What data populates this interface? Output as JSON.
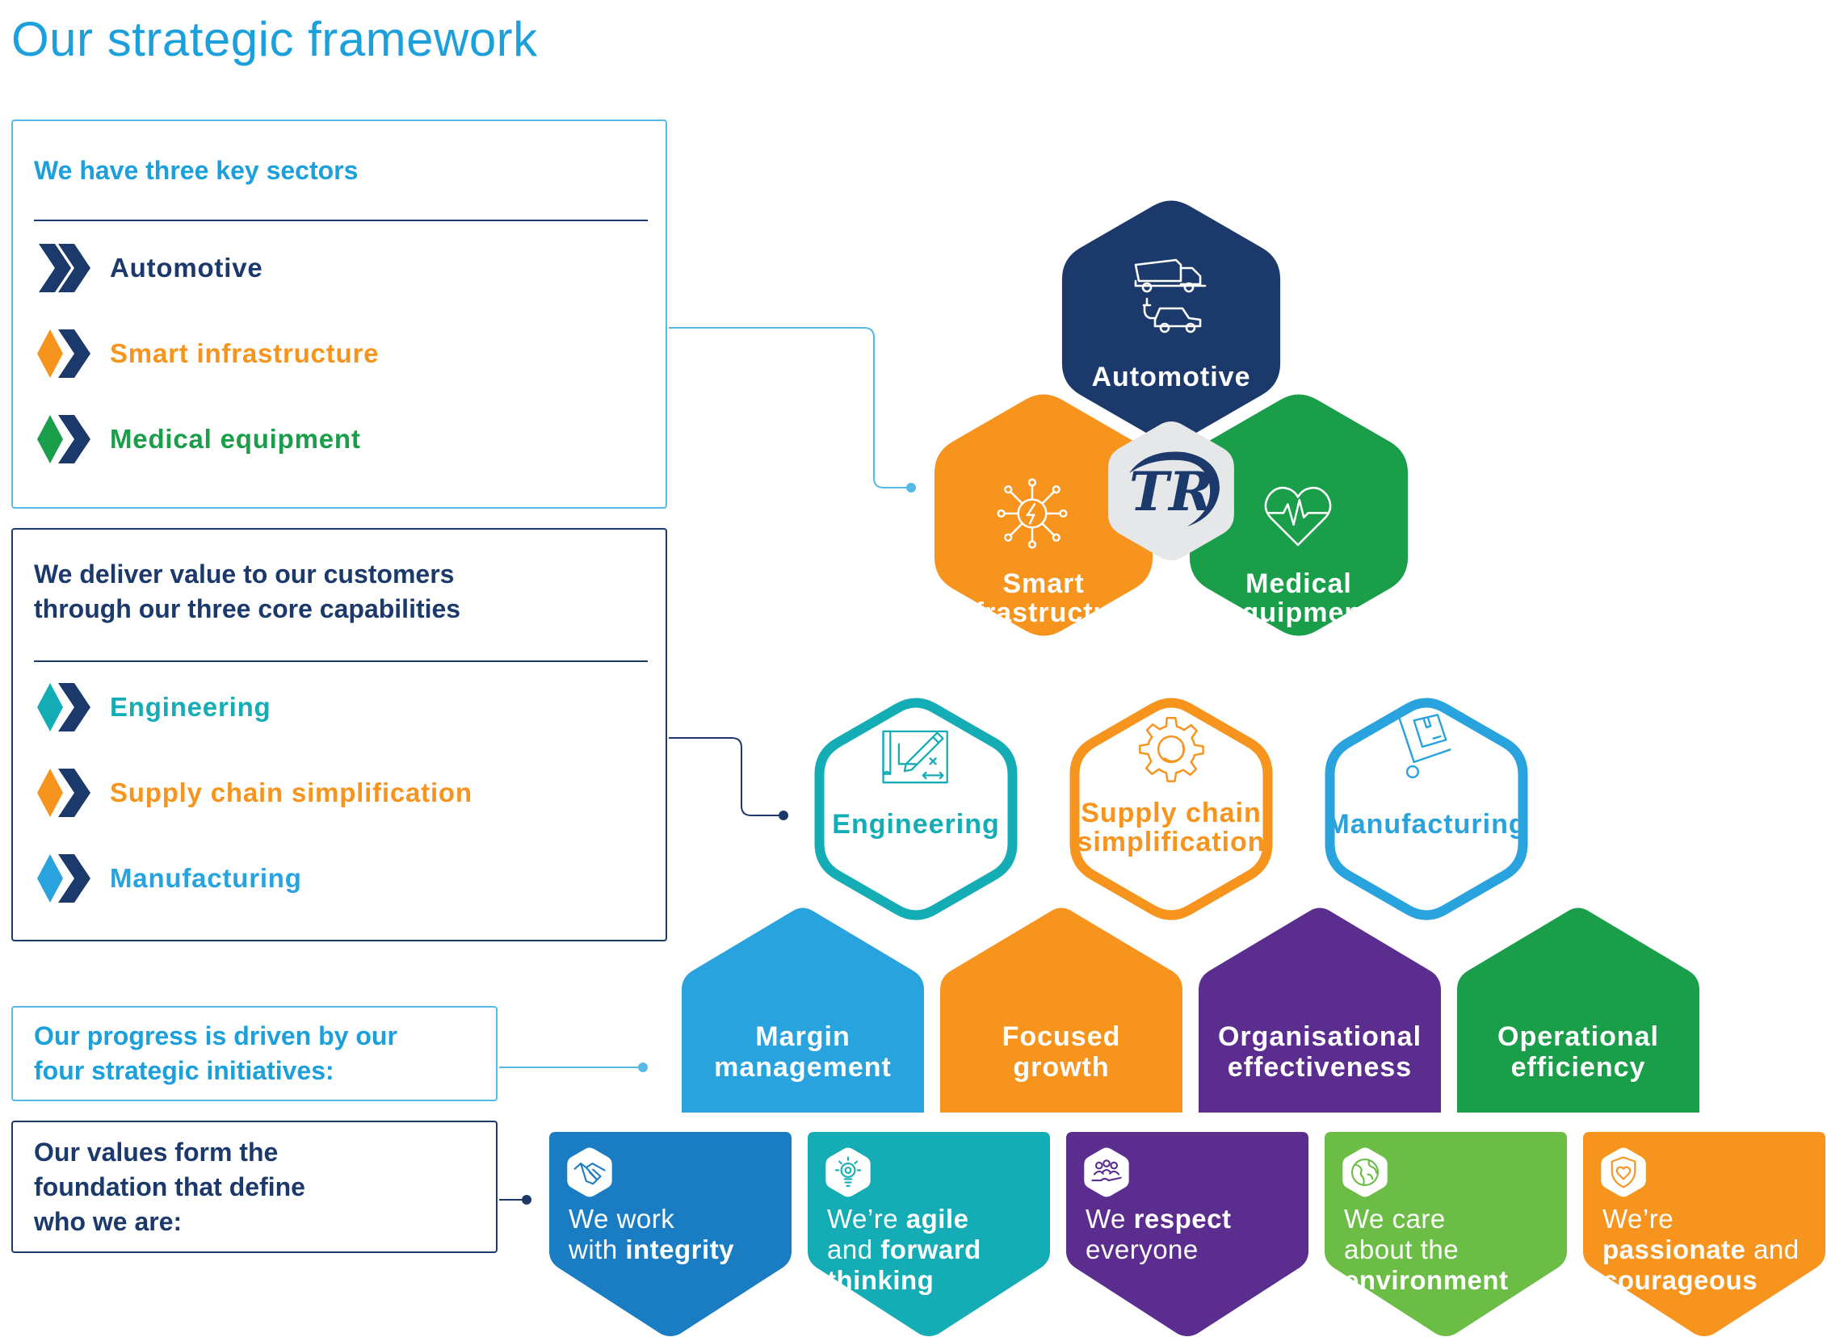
{
  "title": "Our strategic framework",
  "sectors_panel": {
    "heading": "We have three key sectors",
    "items": [
      {
        "label": "Automotive",
        "color": "#1b3a6b"
      },
      {
        "label": "Smart infrastructure",
        "color": "#f7941d"
      },
      {
        "label": "Medical equipment",
        "color": "#1a9e4a"
      }
    ]
  },
  "capabilities_panel": {
    "heading_line1": "We deliver value to our customers",
    "heading_line2": "through our three core capabilities",
    "items": [
      {
        "label": "Engineering",
        "color": "#15adb5"
      },
      {
        "label": "Supply chain simplification",
        "color": "#f7941d"
      },
      {
        "label": "Manufacturing",
        "color": "#29a3de"
      }
    ]
  },
  "initiatives_panel": {
    "line1": "Our progress is driven by our",
    "line2": "four strategic initiatives:"
  },
  "values_panel": {
    "line1": "Our values form the",
    "line2": "foundation that define",
    "line3": "who we are:"
  },
  "sectors": [
    {
      "line1": "Automotive",
      "line2": "",
      "icon": "truck-car-icon",
      "color": "#1b3a6b"
    },
    {
      "line1": "Smart",
      "line2": "infrastructure",
      "icon": "energy-network-icon",
      "color": "#f7941d"
    },
    {
      "line1": "Medical",
      "line2": "equipment",
      "icon": "heartbeat-icon",
      "color": "#1a9e4a"
    }
  ],
  "capabilities": [
    {
      "line1": "Engineering",
      "line2": "",
      "icon": "blueprint-pencil-icon",
      "color": "#15adb5"
    },
    {
      "line1": "Supply chain",
      "line2": "simplification",
      "icon": "cog-icon",
      "color": "#f7941d"
    },
    {
      "line1": "Manufacturing",
      "line2": "",
      "icon": "hand-truck-icon",
      "color": "#29a3de"
    }
  ],
  "initiatives": [
    {
      "line1": "Margin",
      "line2": "management",
      "color": "#29a3de"
    },
    {
      "line1": "Focused",
      "line2": "growth",
      "color": "#f7941d"
    },
    {
      "line1": "Organisational",
      "line2": "effectiveness",
      "color": "#5b2d8e"
    },
    {
      "line1": "Operational",
      "line2": "efficiency",
      "color": "#1a9e4a"
    }
  ],
  "values": [
    {
      "lines": [
        [
          [
            "We work",
            false
          ]
        ],
        [
          [
            "with ",
            false
          ],
          [
            "integrity",
            true
          ]
        ]
      ],
      "icon": "handshake-icon",
      "color": "#1a7dc4"
    },
    {
      "lines": [
        [
          [
            "We’re ",
            false
          ],
          [
            "agile",
            true
          ]
        ],
        [
          [
            "and ",
            false
          ],
          [
            "forward",
            true
          ]
        ],
        [
          [
            "thinking",
            true
          ]
        ]
      ],
      "icon": "lightbulb-icon",
      "color": "#15adb5"
    },
    {
      "lines": [
        [
          [
            "We ",
            false
          ],
          [
            "respect",
            true
          ]
        ],
        [
          [
            "everyone",
            false
          ]
        ]
      ],
      "icon": "people-icon",
      "color": "#5b2d8e"
    },
    {
      "lines": [
        [
          [
            "We care",
            false
          ]
        ],
        [
          [
            "about the",
            false
          ]
        ],
        [
          [
            "environment",
            true
          ]
        ]
      ],
      "icon": "globe-icon",
      "color": "#6cbd45"
    },
    {
      "lines": [
        [
          [
            "We’re",
            false
          ]
        ],
        [
          [
            "passionate",
            true
          ],
          [
            " and",
            false
          ]
        ],
        [
          [
            "courageous",
            true
          ]
        ]
      ],
      "icon": "shield-heart-icon",
      "color": "#f7941d"
    }
  ],
  "logo_text": "TR",
  "colors": {
    "navy": "#1b3a6b",
    "blue": "#1ca0dc",
    "logo_bg": "#e6e7e8"
  }
}
